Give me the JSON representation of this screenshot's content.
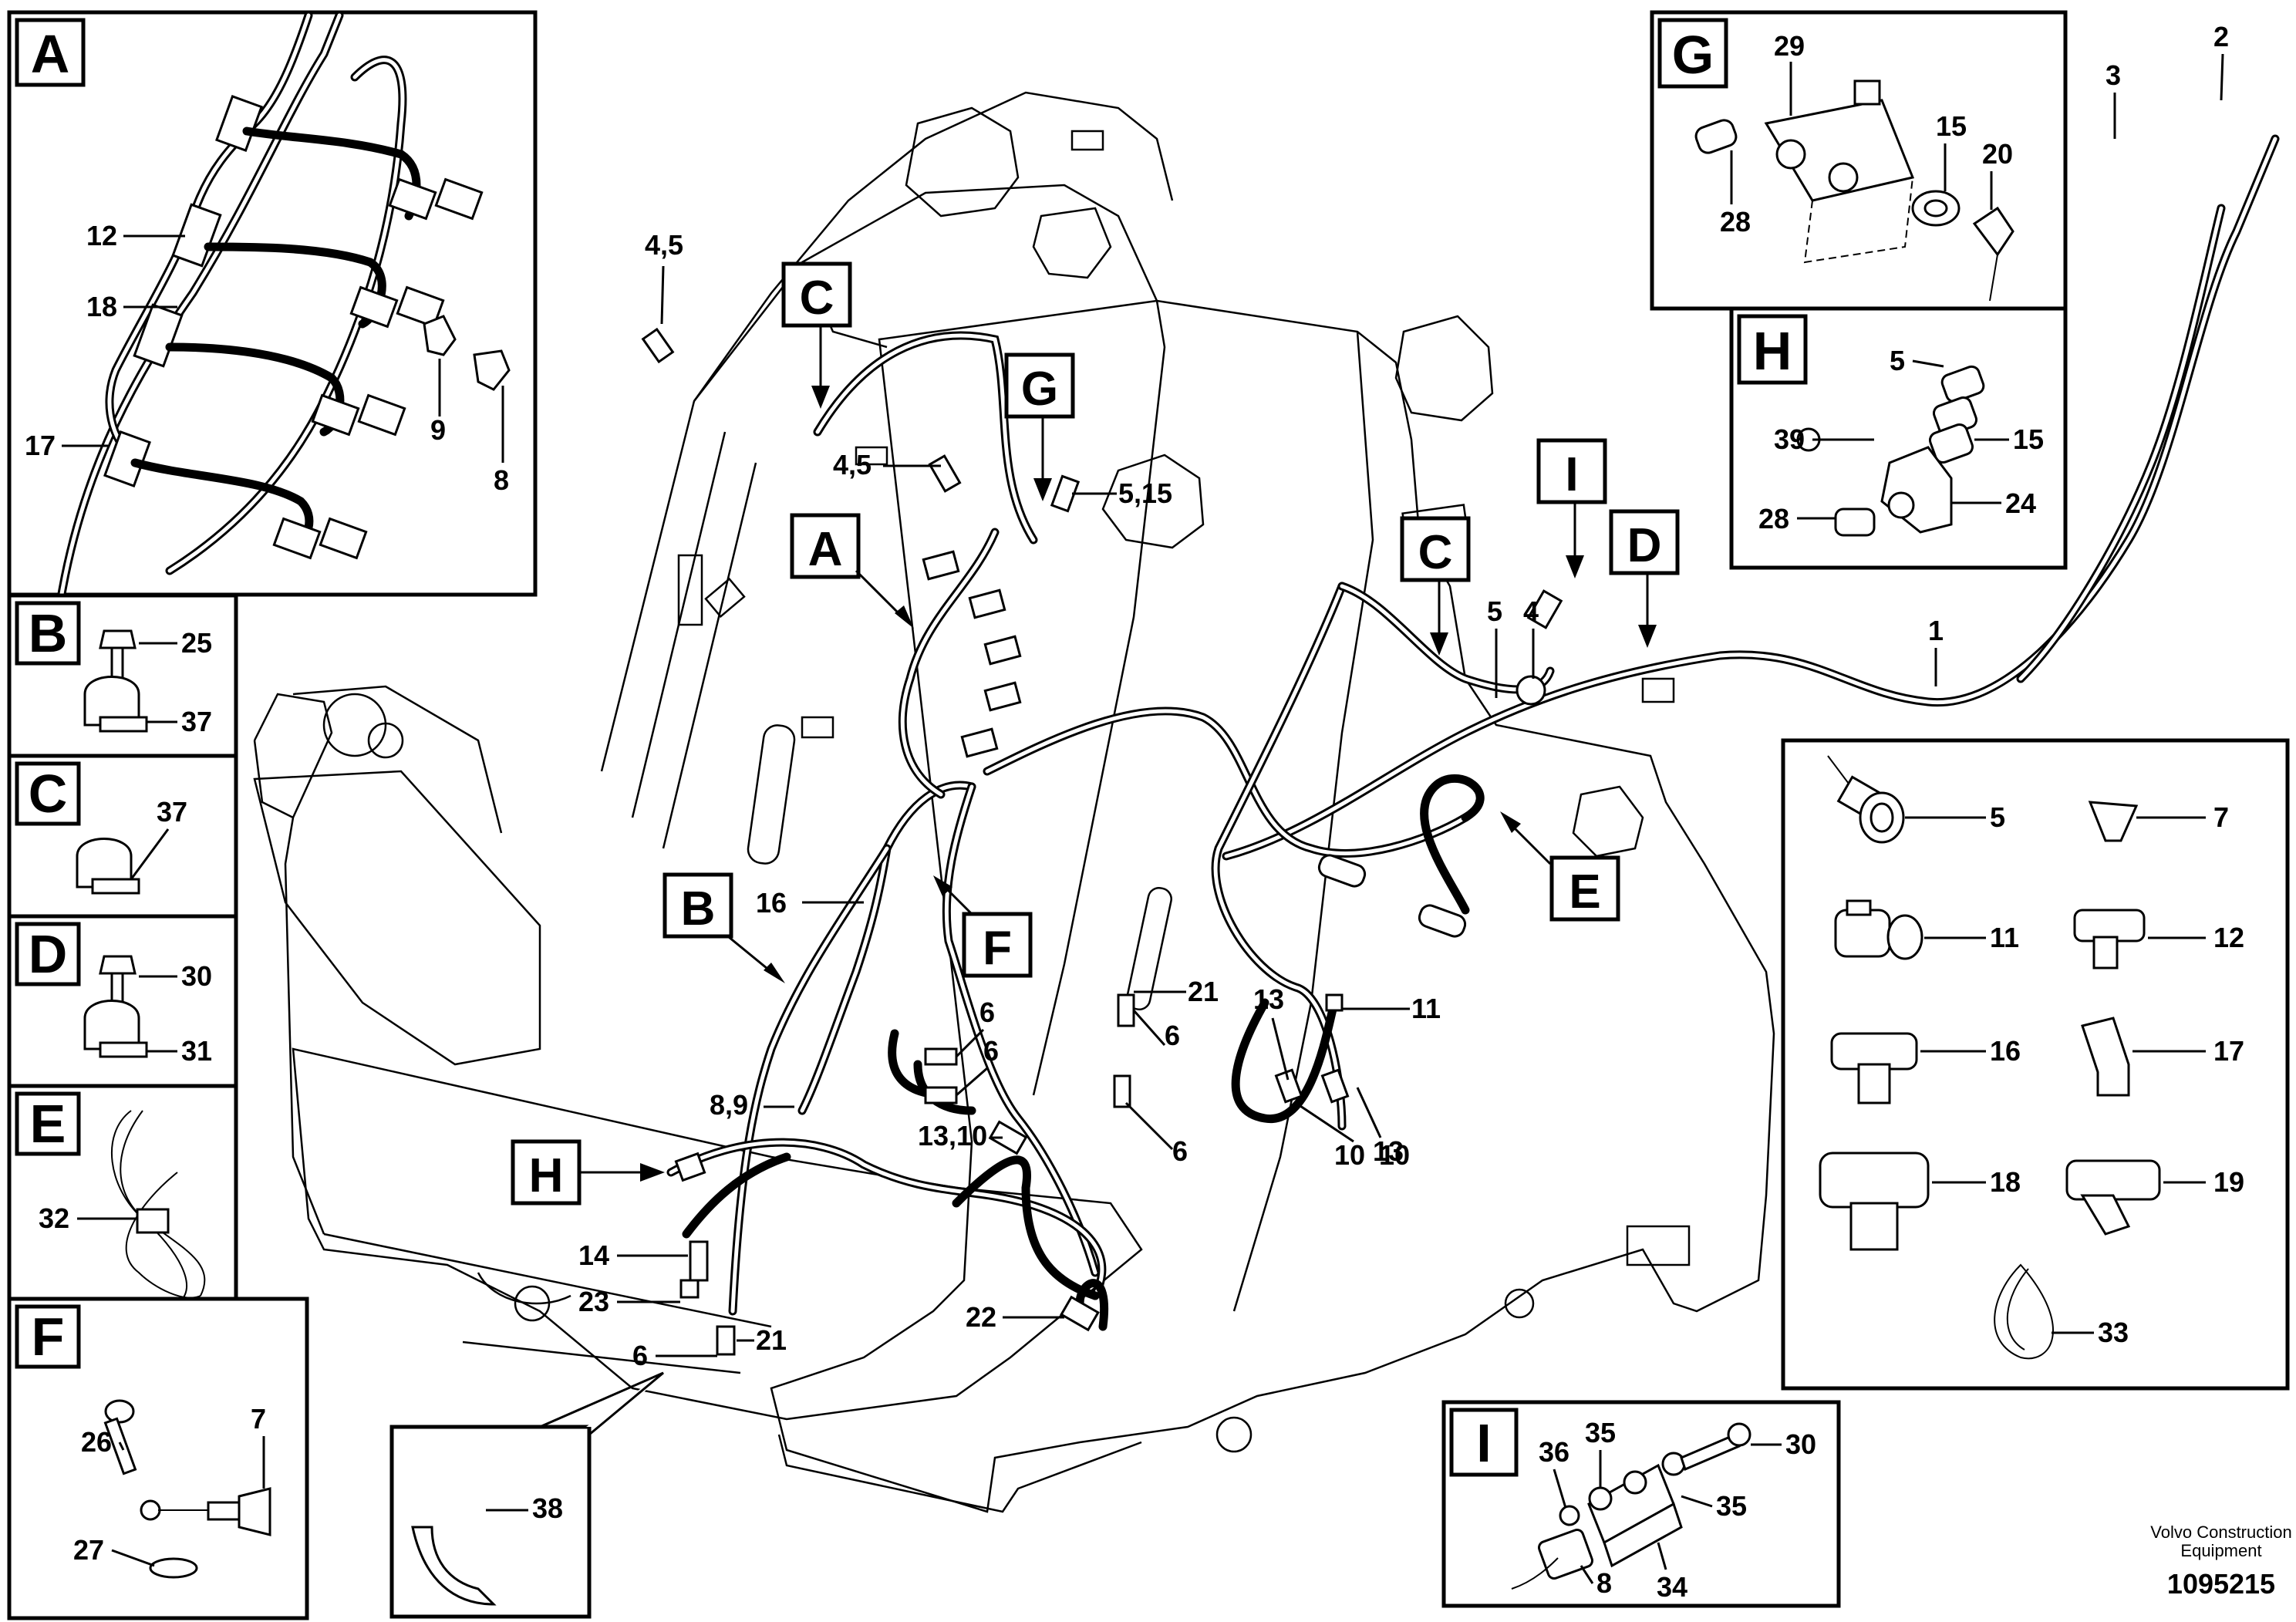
{
  "panels": {
    "A": {
      "letter": "A",
      "labels": [
        "12",
        "18",
        "17",
        "9",
        "8"
      ]
    },
    "B": {
      "letter": "B",
      "labels": [
        "25",
        "37"
      ]
    },
    "C": {
      "letter": "C",
      "labels": [
        "37"
      ]
    },
    "D": {
      "letter": "D",
      "labels": [
        "30",
        "31"
      ]
    },
    "E": {
      "letter": "E",
      "labels": [
        "32"
      ]
    },
    "F": {
      "letter": "F",
      "labels": [
        "7",
        "26",
        "27"
      ]
    },
    "G": {
      "letter": "G",
      "labels": [
        "29",
        "28",
        "15",
        "20"
      ]
    },
    "H": {
      "letter": "H",
      "labels": [
        "5",
        "39",
        "15",
        "28",
        "24"
      ]
    },
    "I": {
      "letter": "I",
      "labels": [
        "36",
        "35",
        "30",
        "35",
        "8",
        "34"
      ]
    },
    "parts": {
      "labels": [
        "5",
        "7",
        "11",
        "12",
        "16",
        "17",
        "18",
        "19",
        "33"
      ]
    },
    "hose": {
      "labels": [
        "38"
      ]
    }
  },
  "main": {
    "markers": [
      "C",
      "G",
      "A",
      "I",
      "C",
      "D",
      "B",
      "F",
      "E",
      "H"
    ],
    "labels": [
      "4,5",
      "4,5",
      "5,15",
      "5",
      "4",
      "1",
      "2",
      "3",
      "16",
      "21",
      "13",
      "11",
      "6",
      "6",
      "6",
      "6",
      "8,9",
      "13,10",
      "13",
      "10",
      "10",
      "14",
      "23",
      "22",
      "6",
      "21"
    ]
  },
  "footer": {
    "company_line1": "Volvo Construction",
    "company_line2": "Equipment",
    "drawing_number": "1095215"
  }
}
